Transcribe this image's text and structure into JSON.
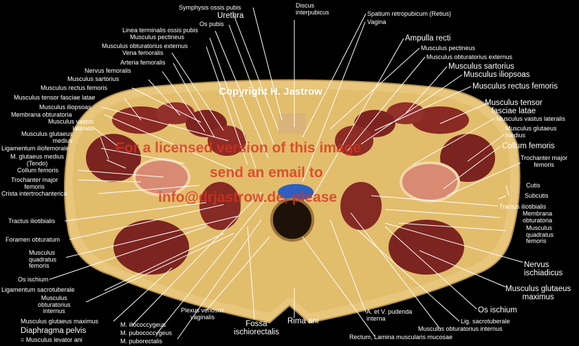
{
  "watermark": {
    "copyright": "Copyright H. Jastrow",
    "line1": "For a licensed version of this image",
    "line2": "send an email to",
    "line3": "info@drjastrow.de, please"
  },
  "labels": {
    "symphysis": "Symphysis ossis pubis",
    "urethra": "Urethra",
    "os_pubis": "Os pubis",
    "linea_terminalis": "Linea terminalis ossis pubis",
    "pectineus_l": "Musculus pectineus",
    "obt_ext_l": "Musculus obturatorius externus",
    "vena_fem": "Vena femoralis",
    "arteria_fem": "Arteria femoralis",
    "nervus_fem": "Nervus femoralis",
    "sartorius_l": "Musculus sartorius",
    "rectus_fem_l": "Musculus rectus femoris",
    "tensor_l": "Musculus tensor fasciae latae",
    "iliopsoas_l": "Musculus iliopsoas",
    "membrana_obt_l": "Membrana obturatoria",
    "vastus_lat_l": "Musculus vastus\nlateralis",
    "glut_med_l": "Musculus glutaeus\nmedius",
    "lig_iliofem": "Ligamentum iliofemorale",
    "glut_med_tendo": "M. glutaeus medius\n(Tendo)",
    "collum_l": "Collum femoris",
    "trochanter_l": "Trochanter major\nfemoris",
    "crista": "Crista intertrochanterica",
    "tractus_l": "Tractus iliotibialis",
    "foramen": "Foramen obturatum",
    "quadratus_l": "Musculus\nquadratus\nfemoris",
    "os_ischium_l": "Os ischium",
    "lig_sacrotub_l": "Ligamentum sacrotuberale",
    "obt_int_l": "Musculus\nobturatorius\ninternus",
    "glut_max_l": "Musculus glutaeus maximus",
    "diaphragma": "Diaphragma pelvis",
    "levator": "= Musculus levator ani",
    "iliococcygeus": "M. iliococcygeus",
    "pubococcygeus": "M. pubococcygeus",
    "puborectalis": "M. puborectalis",
    "plexus": "Plexus venosus\nvaginalis",
    "fossa": "Fossa\nischiorectalis",
    "rima": "Rima ani",
    "discus": "Discus\ninterpubicus",
    "spatium": "Spatium retropubicum (Retius)",
    "vagina": "Vagina",
    "ampulla": "Ampulla recti",
    "pectineus_r": "Musculus pectineus",
    "obt_ext_r": "Musculus obturatorius externus",
    "sartorius_r": "Musculus sartorius",
    "iliopsoas_r": "Musculus iliopsoas",
    "rectus_fem_r": "Musculus rectus femoris",
    "tensor_r": "Musculus tensor\nfasciae latae",
    "vastus_lat_r": "Musculus vastus lateralis",
    "glut_med_r": "Musculus glutaeus\nmedius",
    "collum_r": "Collum femoris",
    "trochanter_r": "Trochanter major\nfemoris",
    "cutis": "Cutis",
    "subcutis": "Subcutis",
    "tractus_r": "Tractus iliotibialis",
    "membrana_obt_r": "Membrana\nobturatoria",
    "quadratus_r": "Musculus\nquadratus\nfemoris",
    "nervus_isch": "Nervus\nischiadicus",
    "glut_max_r": "Musculus glutaeus\nmaximus",
    "os_ischium_r": "Os ischium",
    "lig_sacrotub_r": "Lig. sacrotuberale",
    "obt_int_r": "Musculus obturatorius internus",
    "pudenda": "A. et V. pudenda\ninterna",
    "rectum": "Rectum, Lamina muscularis mucosae"
  }
}
